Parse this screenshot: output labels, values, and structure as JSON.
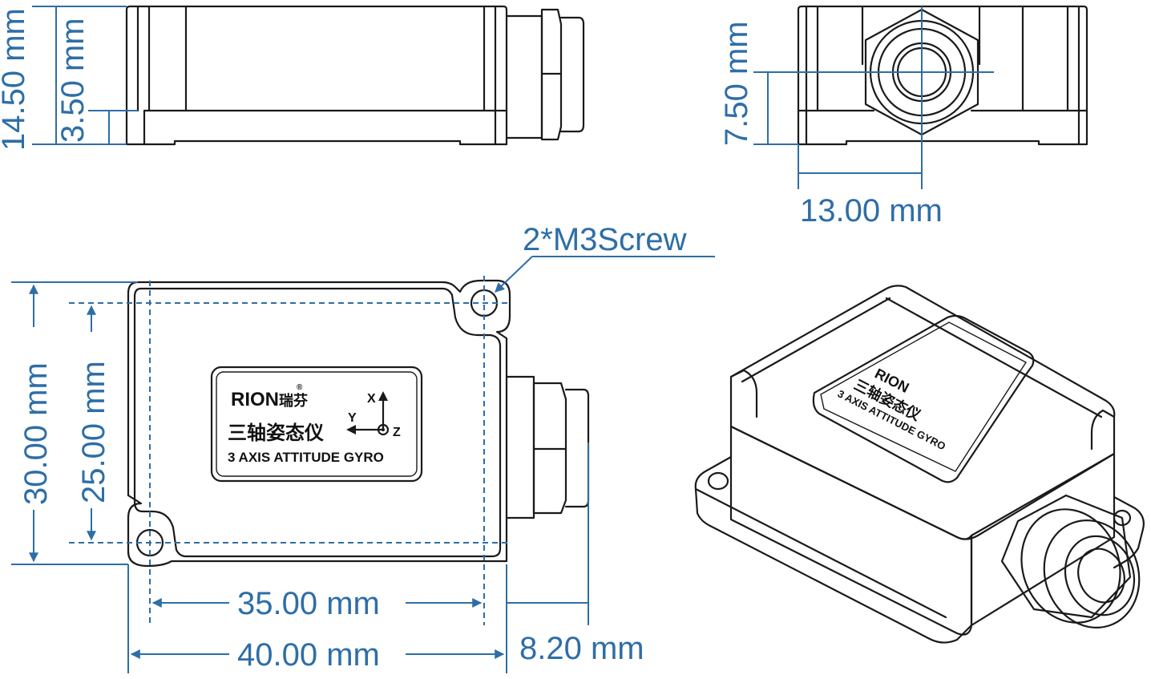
{
  "dimensions": {
    "side_total_height": "14.50 mm",
    "side_base_height": "3.50 mm",
    "end_center_height": "7.50 mm",
    "end_half_width": "13.00 mm",
    "screw_callout": "2*M3Screw",
    "top_height": "30.00 mm",
    "hole_vertical_spacing": "25.00 mm",
    "hole_horizontal_spacing": "35.00 mm",
    "body_width": "40.00 mm",
    "connector_length": "8.20 mm"
  },
  "label": {
    "brand": "RION",
    "brand_cn": "瑞芬",
    "registered": "®",
    "product_cn": "三轴姿态仪",
    "product_en": "3 AXIS ATTITUDE GYRO",
    "axis_x": "X",
    "axis_y": "Y",
    "axis_z": "Z"
  },
  "colors": {
    "dimension": "#2e6ea7",
    "outline": "#1a1a1a"
  }
}
